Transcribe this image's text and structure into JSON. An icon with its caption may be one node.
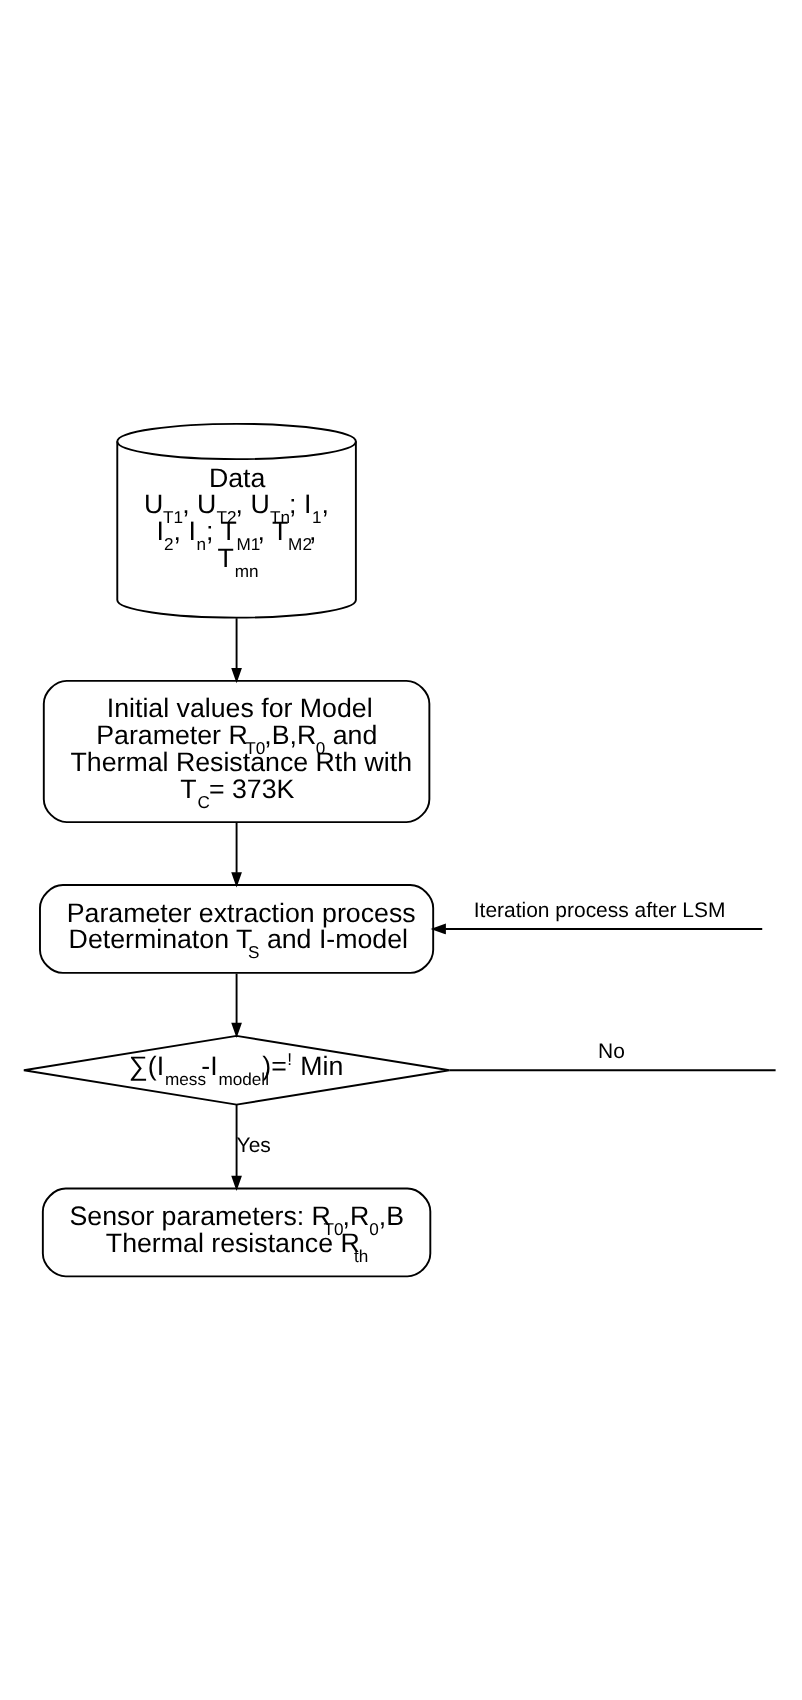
{
  "diagram": {
    "nodes": [
      {
        "text": [
          "Data",
          "U$_{T1}$, U$_{T2}$, U$_{Tn}$; I$_{1}$, I$_{2}$, I$_{n}$; T$_{M1}$, T$_{M2}$, T$_{mn}$"
        ]
      },
      {
        "text": [
          "Initial values for Model Parameter R$_{T0}$,B,R$_{0}$ and Thermal Resistance Rth with T$_{C}$= 373K"
        ]
      },
      {
        "text": [
          "Parameter extraction process Determinaton T$_{S}$ and I-model"
        ]
      },
      {
        "text": [
          "∑(I$_{mess}$-I$_{modell}$)=$^{!}$ Min"
        ]
      },
      {
        "text": [
          "Sensor parameters: R$_{T0}$,R$_{0}$,B Thermal resistance R$_{th}$"
        ]
      }
    ],
    "edges": [
      {
        "from": 0,
        "to": 1,
        "arrow": "to"
      },
      {
        "from": 1,
        "to": 2,
        "arrow": "to"
      },
      {
        "from": null,
        "to": 2,
        "arrow": "to",
        "label": "Iteration process after LSM"
      },
      {
        "from": 2,
        "to": 3,
        "arrow": "to"
      },
      {
        "from": 3,
        "to": null,
        "arrow": "none",
        "label": "No"
      },
      {
        "from": 3,
        "to": 4,
        "arrow": "to",
        "label": "Yes"
      }
    ]
  }
}
